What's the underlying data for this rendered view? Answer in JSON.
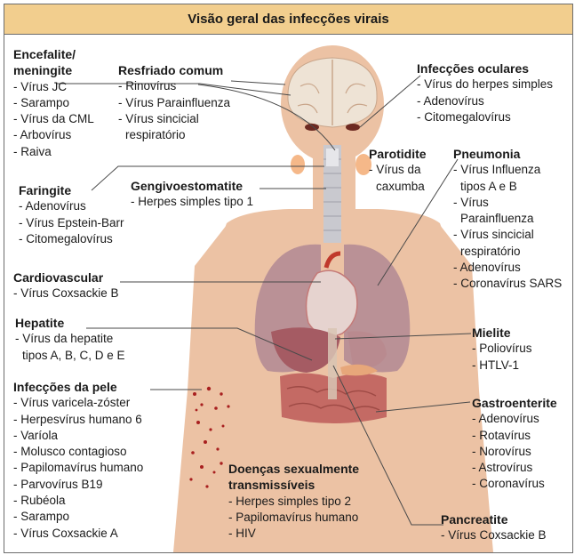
{
  "title": "Visão geral das infecções virais",
  "blocks": [
    {
      "key": "encefalite",
      "title": [
        "Encefalite/",
        "meningite"
      ],
      "items": [
        [
          "Vírus JC"
        ],
        [
          "Sarampo"
        ],
        [
          "Vírus da CML"
        ],
        [
          "Arbovírus"
        ],
        [
          "Raiva"
        ]
      ]
    },
    {
      "key": "resfriado",
      "title": [
        "Resfriado comum"
      ],
      "items": [
        [
          "Rinovírus"
        ],
        [
          "Vírus Parainfluenza"
        ],
        [
          "Vírus sincicial",
          "respiratório"
        ]
      ]
    },
    {
      "key": "oculares",
      "title": [
        "Infecções oculares"
      ],
      "items": [
        [
          "Vírus do herpes simples"
        ],
        [
          "Adenovírus"
        ],
        [
          "Citomegalovírus"
        ]
      ]
    },
    {
      "key": "parotidite",
      "title": [
        "Parotidite"
      ],
      "items": [
        [
          "Vírus da",
          "caxumba"
        ]
      ]
    },
    {
      "key": "pneumonia",
      "title": [
        "Pneumonia"
      ],
      "items": [
        [
          "Vírus Influenza",
          "tipos A e B"
        ],
        [
          "Vírus",
          "Parainfluenza"
        ],
        [
          "Vírus sincicial",
          "respiratório"
        ],
        [
          "Adenovírus"
        ],
        [
          "Coronavírus SARS"
        ]
      ]
    },
    {
      "key": "faringite",
      "title": [
        "Faringite"
      ],
      "items": [
        [
          "Adenovírus"
        ],
        [
          "Vírus Epstein-Barr"
        ],
        [
          "Citomegalovírus"
        ]
      ]
    },
    {
      "key": "gengivo",
      "title": [
        "Gengivoestomatite"
      ],
      "items": [
        [
          "Herpes simples tipo 1"
        ]
      ]
    },
    {
      "key": "cardio",
      "title": [
        "Cardiovascular"
      ],
      "items": [
        [
          "Vírus Coxsackie B"
        ]
      ]
    },
    {
      "key": "hepatite",
      "title": [
        "Hepatite"
      ],
      "items": [
        [
          "Vírus da hepatite",
          "tipos A, B, C, D e E"
        ]
      ]
    },
    {
      "key": "mielite",
      "title": [
        "Mielite"
      ],
      "items": [
        [
          "Poliovírus"
        ],
        [
          "HTLV-1"
        ]
      ]
    },
    {
      "key": "pele",
      "title": [
        "Infecções da pele"
      ],
      "items": [
        [
          "Vírus varicela-zóster"
        ],
        [
          "Herpesvírus humano 6"
        ],
        [
          "Varíola"
        ],
        [
          "Molusco contagioso"
        ],
        [
          "Papilomavírus humano"
        ],
        [
          "Parvovírus B19"
        ],
        [
          "Rubéola"
        ],
        [
          "Sarampo"
        ],
        [
          "Vírus Coxsackie A"
        ]
      ]
    },
    {
      "key": "gastro",
      "title": [
        "Gastroenterite"
      ],
      "items": [
        [
          "Adenovírus"
        ],
        [
          "Rotavírus"
        ],
        [
          "Norovírus"
        ],
        [
          "Astrovírus"
        ],
        [
          "Coronavírus"
        ]
      ]
    },
    {
      "key": "dst",
      "title": [
        "Doenças sexualmente",
        "transmissíveis"
      ],
      "items": [
        [
          "Herpes simples tipo 2"
        ],
        [
          "Papilomavírus humano"
        ],
        [
          "HIV"
        ]
      ]
    },
    {
      "key": "pancreatite",
      "title": [
        "Pancreatite"
      ],
      "items": [
        [
          "Vírus Coxsackie B"
        ]
      ]
    }
  ]
}
